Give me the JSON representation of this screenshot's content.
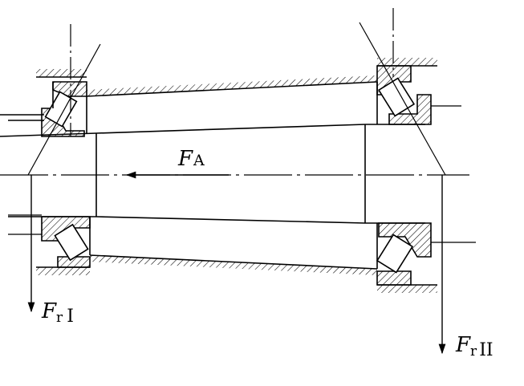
{
  "labels": {
    "axial_force": {
      "symbol": "F",
      "subscript": "A"
    },
    "radial_force_1": {
      "symbol": "F",
      "subscript": "r",
      "roman": "I"
    },
    "radial_force_2": {
      "symbol": "F",
      "subscript": "r",
      "roman": "II"
    }
  },
  "colors": {
    "line": "#000000",
    "background": "#ffffff"
  }
}
